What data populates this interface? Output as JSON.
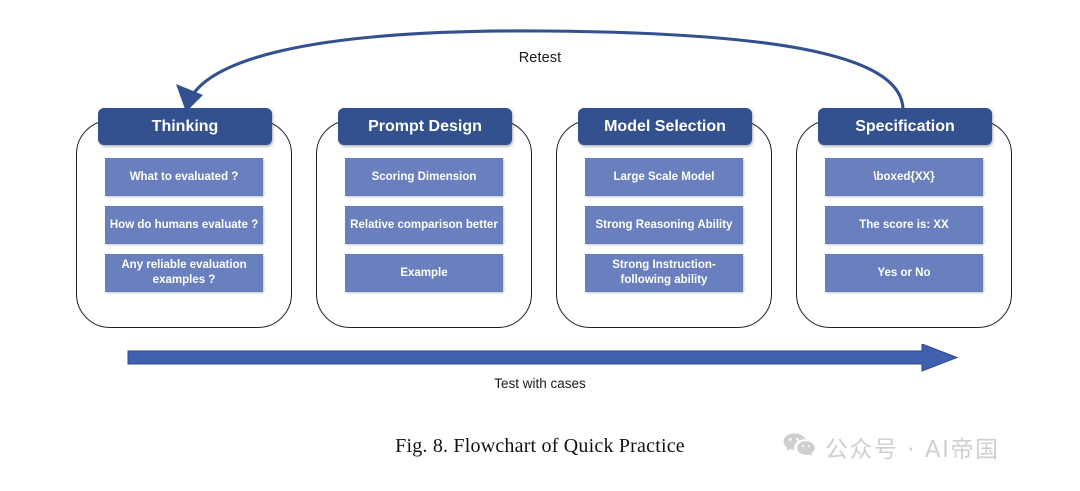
{
  "figure": {
    "caption": "Fig. 8.  Flowchart of Quick Practice",
    "retest_label": "Retest",
    "test_label": "Test with cases"
  },
  "colors": {
    "header_blue": "#33518f",
    "item_blue": "#6a7fbe",
    "arrow_blue": "#3e5fae",
    "outline_black": "#1c1c1c",
    "watermark_gray": "#cfcfcf",
    "background": "#ffffff"
  },
  "columns": [
    {
      "title": "Thinking",
      "items": [
        "What to evaluated ?",
        "How do humans evaluate ?",
        "Any reliable evaluation examples ?"
      ]
    },
    {
      "title": "Prompt Design",
      "items": [
        "Scoring Dimension",
        "Relative comparison better",
        "Example"
      ]
    },
    {
      "title": "Model Selection",
      "items": [
        "Large Scale Model",
        "Strong Reasoning Ability",
        "Strong Instruction-following ability"
      ]
    },
    {
      "title": "Specification",
      "items": [
        "\\boxed{XX}",
        "The score is: XX",
        "Yes or No"
      ]
    }
  ],
  "watermark": {
    "icon": "wechat-icon",
    "text": "公众号 · AI帝国"
  }
}
